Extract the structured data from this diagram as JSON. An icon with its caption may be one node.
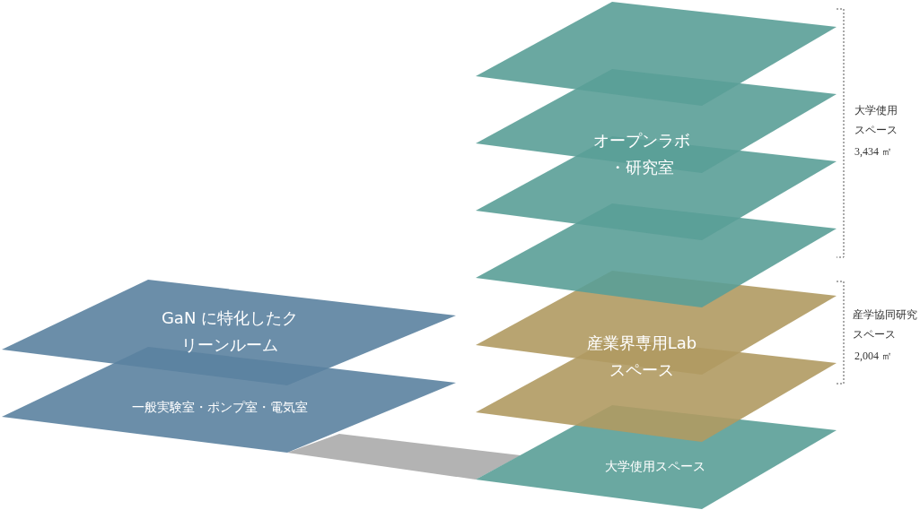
{
  "diagram": {
    "labels": [
      "オープンラボ・研究室",
      "大学使用スペース",
      "3,434 ㎡",
      "GaN に特化したクリーンルーム",
      "産業界専用Lab スペース",
      "産学協同研究スペース",
      "2,004 ㎡",
      "一般実験室・ポンプ室・電気室",
      "大学使用スペース"
    ]
  }
}
